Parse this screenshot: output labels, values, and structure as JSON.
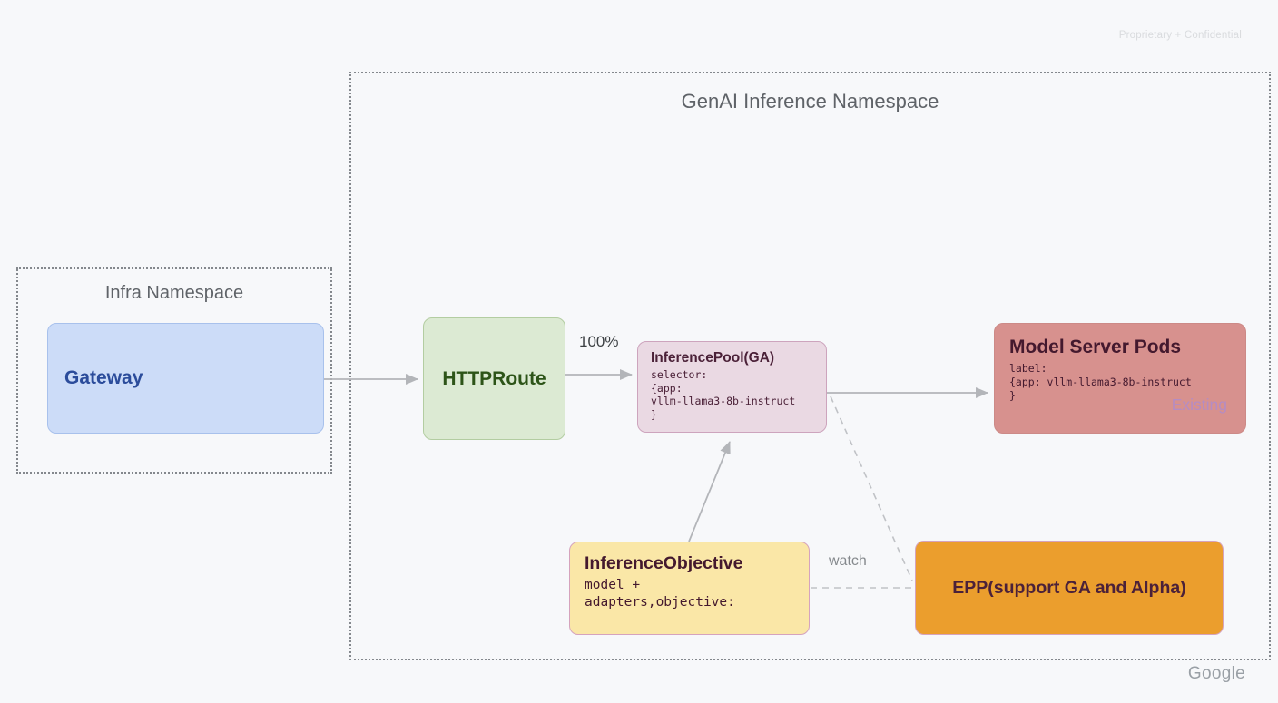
{
  "page": {
    "confidential_notice": "Proprietary + Confidential",
    "brand_logo": "Google",
    "background": "#f7f8fa"
  },
  "groups": {
    "genai": {
      "title": "GenAI Inference Namespace"
    },
    "infra": {
      "title": "Infra Namespace"
    }
  },
  "nodes": {
    "gateway": {
      "label": "Gateway",
      "fill": "#ccdcf8",
      "border": "#a8c1ec",
      "text_color": "#2b4c9b"
    },
    "httproute": {
      "label": "HTTPRoute",
      "fill": "#dcead3",
      "border": "#b3cda1",
      "text_color": "#2d5418"
    },
    "inference_pool": {
      "title": "InferencePool(GA)",
      "code_lines": [
        "selector:",
        "{app:",
        "vllm-llama3-8b-instruct",
        "}"
      ],
      "fill": "#ead9e3",
      "border": "#cda4bd",
      "text_color": "#4b2138"
    },
    "model_server_pods": {
      "title": "Model Server Pods",
      "code_lines": [
        "label:",
        "{app: vllm-llama3-8b-instruct",
        "}"
      ],
      "status_label": "Existing",
      "fill": "#d7918e",
      "border": "#cc8a87",
      "text_color": "#44192e",
      "status_color": "#b48cc4"
    },
    "inference_objective": {
      "title": "InferenceObjective",
      "code_lines": [
        "model +",
        "adapters,objective:"
      ],
      "fill": "#fae7a7",
      "border": "#d5a3bd",
      "text_color": "#44192e"
    },
    "epp": {
      "label": "EPP(support GA and Alpha)",
      "fill": "#eb9e2d",
      "border": "#d5a3bd",
      "text_color": "#4b2139"
    }
  },
  "edges": {
    "httproute_to_pool": {
      "label": "100%"
    },
    "objective_to_epp": {
      "label": "watch"
    }
  }
}
